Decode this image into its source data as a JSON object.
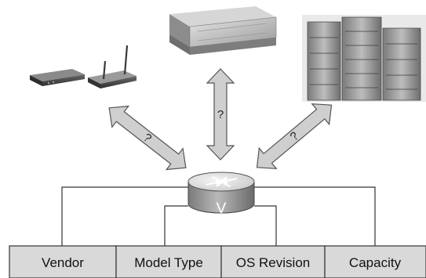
{
  "diagram": {
    "arrow_label": "?",
    "router_label": "V",
    "attributes": [
      {
        "label": "Vendor"
      },
      {
        "label": "Model Type"
      },
      {
        "label": "OS Revision"
      },
      {
        "label": "Capacity"
      }
    ]
  },
  "devices": [
    {
      "name": "small-office-routers-photo"
    },
    {
      "name": "mid-range-router-photo"
    },
    {
      "name": "chassis-switch-rack-photo"
    }
  ],
  "colors": {
    "arrow_fill": "#cfcfcf",
    "arrow_stroke": "#555555",
    "attribute_fill": "#d9d9d9",
    "router_top": "#e3e3e3",
    "router_side": "#8f8f8f",
    "line": "#333333"
  }
}
